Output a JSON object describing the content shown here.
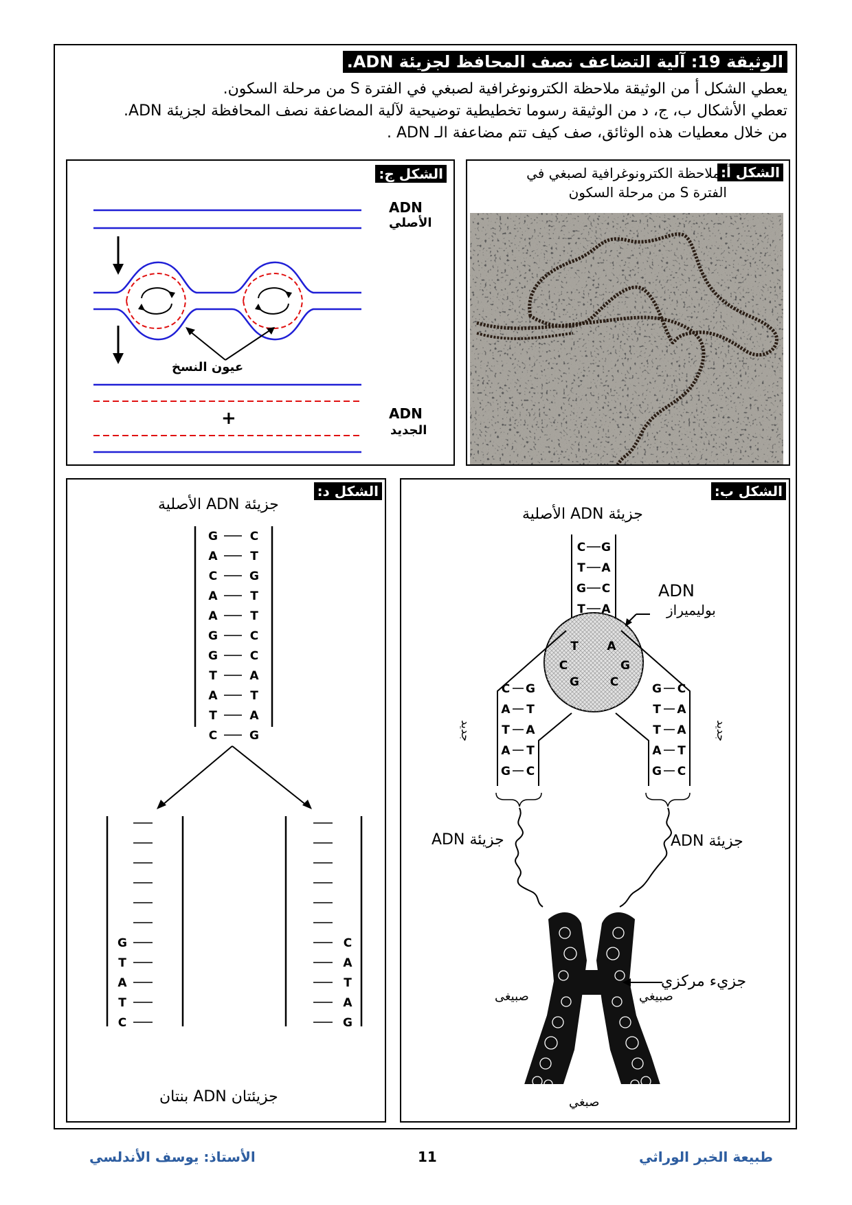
{
  "header": {
    "title": "الوثيقة 19: آلية التضاعف نصف المحافظ لجزيئة ADN.",
    "intro_lines": [
      "يعطي الشكل أ من الوثيقة ملاحظة الكترونوغرافية لصبغي في الفترة S من مرحلة السكون.",
      "تعطي الأشكال ب، ج، د من الوثيقة رسوما تخطيطية توضيحية لآلية المضاعفة نصف المحافظة لجزيئة ADN.",
      "من خلال معطيات هذه الوثائق، صف كيف تتم مضاعفة الـ ADN ."
    ]
  },
  "figure_a": {
    "tag": "الشكل أ:",
    "caption_line1": "ملاحظة الكترونوغرافية لصبغي في",
    "caption_line2": "الفترة S من مرحلة السكون"
  },
  "figure_c": {
    "tag": "الشكل ج:",
    "original_label_1": "ADN",
    "original_label_2": "الأصلي",
    "replication_eyes": "عيون النسخ",
    "new_label_1": "ADN",
    "new_label_2": "الجديد",
    "plus": "+"
  },
  "figure_b": {
    "tag": "الشكل ب:",
    "original_molecule": "جزيئة ADN الأصلية",
    "polymerase_1": "ADN",
    "polymerase_2": "بوليميراز",
    "molecule_left": "ADN جزيئة",
    "molecule_right": "جزيئة ADN",
    "new_strand": "جديد",
    "centromere": "جزيء مركزي",
    "chromatid_left": "صبيغى",
    "chromatid_right": "صبيغي",
    "chromosome": "صبغي",
    "top_pairs": [
      [
        "C",
        "G"
      ],
      [
        "T",
        "A"
      ],
      [
        "G",
        "C"
      ],
      [
        "T",
        "A"
      ]
    ],
    "circle_letters": [
      "T",
      "A",
      "C",
      "G",
      "G",
      "C"
    ],
    "left_fork_pairs": [
      [
        "C",
        "G"
      ],
      [
        "A",
        "T"
      ],
      [
        "T",
        "A"
      ],
      [
        "A",
        "T"
      ],
      [
        "G",
        "C"
      ]
    ],
    "right_fork_pairs": [
      [
        "G",
        "C"
      ],
      [
        "T",
        "A"
      ],
      [
        "T",
        "A"
      ],
      [
        "A",
        "T"
      ],
      [
        "G",
        "C"
      ]
    ]
  },
  "figure_d": {
    "tag": "الشكل د:",
    "original_molecule": "جزيئة ADN الأصلية",
    "pairs": [
      [
        "G",
        "C"
      ],
      [
        "A",
        "T"
      ],
      [
        "C",
        "G"
      ],
      [
        "A",
        "T"
      ],
      [
        "A",
        "T"
      ],
      [
        "G",
        "C"
      ],
      [
        "G",
        "C"
      ],
      [
        "T",
        "A"
      ],
      [
        "A",
        "T"
      ],
      [
        "T",
        "A"
      ],
      [
        "C",
        "G"
      ]
    ],
    "daughters": "جزيئتان ADN بنتان",
    "left_new": [
      "G",
      "T",
      "A",
      "T",
      "C"
    ],
    "right_new": [
      "C",
      "A",
      "T",
      "A",
      "G"
    ]
  },
  "footer": {
    "left": "الأستاذ: يوسف الأندلسي",
    "page": "11",
    "right": "طبيعة الخبر الوراثي"
  },
  "colors": {
    "blue_strand": "#1f1fd6",
    "red_strand": "#e01010",
    "footer_blue": "#2d5da0"
  }
}
